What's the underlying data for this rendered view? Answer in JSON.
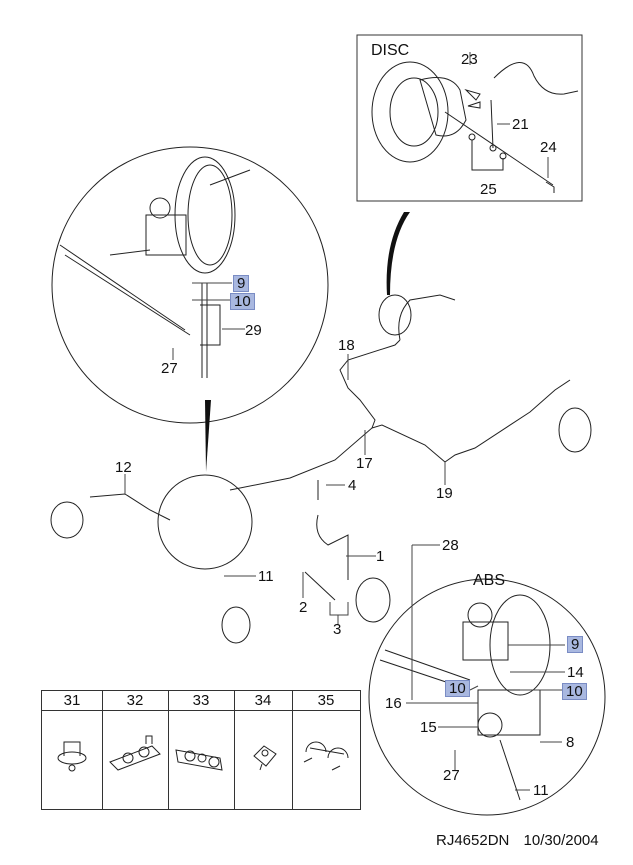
{
  "diagram": {
    "type": "exploded parts diagram",
    "subject": "brake lines and hoses",
    "insets": {
      "disc": {
        "title": "DISC",
        "callouts": [
          "23",
          "21",
          "24",
          "25"
        ]
      },
      "master_cylinder": {
        "callouts": [
          "9",
          "10",
          "29",
          "27"
        ],
        "highlighted": [
          "9",
          "10"
        ]
      },
      "abs": {
        "title": "ABS",
        "callouts": [
          "9",
          "14",
          "10",
          "10",
          "16",
          "15",
          "8",
          "27",
          "11"
        ],
        "highlighted": [
          "9",
          "10",
          "10"
        ]
      }
    },
    "main_callouts": [
      "18",
      "17",
      "19",
      "12",
      "4",
      "1",
      "11",
      "28",
      "2",
      "3"
    ],
    "clip_table": {
      "headers": [
        "31",
        "32",
        "33",
        "34",
        "35"
      ],
      "icons": [
        "clip-icon",
        "double-clip-icon",
        "multi-clip-icon",
        "single-clip-icon",
        "bracket-clip-icon"
      ]
    },
    "footer": {
      "code": "RJ4652DN",
      "date": "10/30/2004"
    },
    "colors": {
      "highlight_fill": "#a9b8e0",
      "highlight_border": "#7a8cc4",
      "line": "#222222"
    }
  }
}
